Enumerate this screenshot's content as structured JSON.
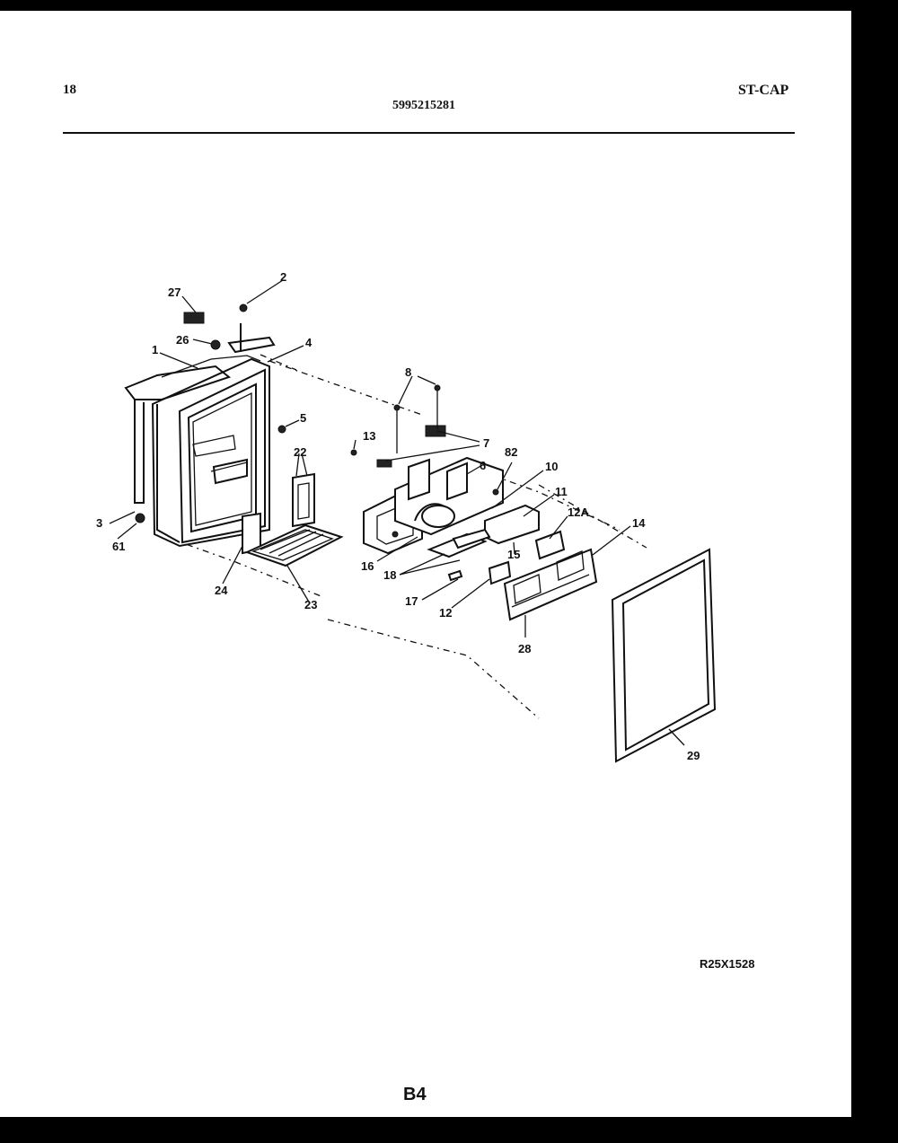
{
  "header": {
    "page_number": "18",
    "document_number": "5995215281",
    "model_code": "ST-CAP"
  },
  "diagram": {
    "callouts": {
      "c1": "1",
      "c2": "2",
      "c3": "3",
      "c4": "4",
      "c5": "5",
      "c6": "6",
      "c7": "7",
      "c8": "8",
      "c10": "10",
      "c11": "11",
      "c12": "12",
      "c12a": "12A",
      "c13": "13",
      "c14": "14",
      "c15": "15",
      "c16": "16",
      "c17": "17",
      "c18": "18",
      "c22": "22",
      "c23": "23",
      "c24": "24",
      "c26": "26",
      "c27": "27",
      "c28": "28",
      "c29": "29",
      "c61": "61",
      "c82": "82"
    }
  },
  "footer": {
    "figure_reference": "R25X1528",
    "section_code": "B4"
  }
}
